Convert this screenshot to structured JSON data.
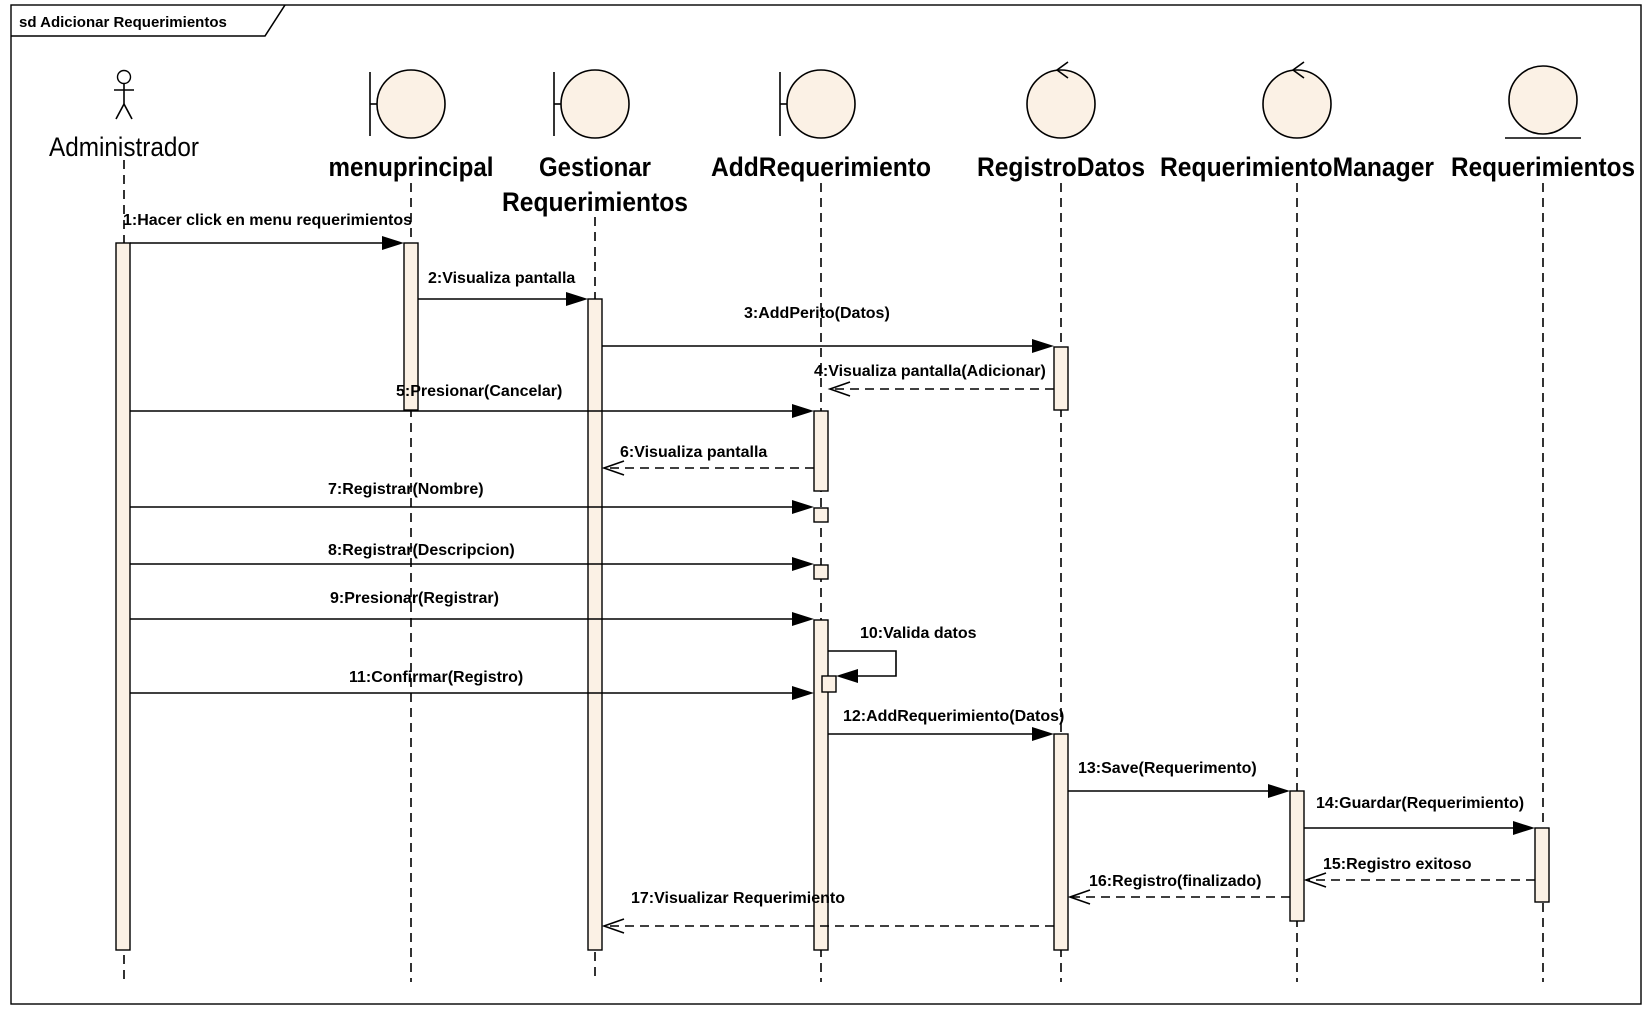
{
  "frame": {
    "title": "sd Adicionar Requerimientos"
  },
  "lifelines": [
    {
      "id": "admin",
      "type": "actor",
      "name": [
        "Administrador"
      ]
    },
    {
      "id": "menu",
      "type": "boundary",
      "name": [
        "menuprincipal"
      ]
    },
    {
      "id": "gest",
      "type": "boundary",
      "name": [
        "Gestionar",
        "Requerimientos"
      ]
    },
    {
      "id": "add",
      "type": "boundary",
      "name": [
        "AddRequerimiento"
      ]
    },
    {
      "id": "reg",
      "type": "control",
      "name": [
        "RegistroDatos"
      ]
    },
    {
      "id": "manager",
      "type": "control",
      "name": [
        "RequerimientoManager"
      ]
    },
    {
      "id": "reqs",
      "type": "entity",
      "name": [
        "Requerimientos"
      ]
    }
  ],
  "messages": [
    {
      "label": "1:Hacer click en menu requerimientos",
      "from": "admin",
      "to": "menu",
      "kind": "sync"
    },
    {
      "label": "2:Visualiza pantalla",
      "from": "menu",
      "to": "gest",
      "kind": "sync"
    },
    {
      "label": "3:AddPerito(Datos)",
      "from": "gest",
      "to": "reg",
      "kind": "sync"
    },
    {
      "label": "4:Visualiza pantalla(Adicionar)",
      "from": "reg",
      "to": "add",
      "kind": "return"
    },
    {
      "label": "5:Presionar(Cancelar)",
      "from": "admin",
      "to": "add",
      "kind": "sync"
    },
    {
      "label": "6:Visualiza pantalla",
      "from": "add",
      "to": "gest",
      "kind": "return"
    },
    {
      "label": "7:Registrar(Nombre)",
      "from": "admin",
      "to": "add",
      "kind": "sync"
    },
    {
      "label": "8:Registrar(Descripcion)",
      "from": "admin",
      "to": "add",
      "kind": "sync"
    },
    {
      "label": "9:Presionar(Registrar)",
      "from": "admin",
      "to": "add",
      "kind": "sync"
    },
    {
      "label": "10:Valida datos",
      "from": "add",
      "to": "add",
      "kind": "self"
    },
    {
      "label": "11:Confirmar(Registro)",
      "from": "admin",
      "to": "add",
      "kind": "sync"
    },
    {
      "label": "12:AddRequerimiento(Datos)",
      "from": "add",
      "to": "reg",
      "kind": "sync"
    },
    {
      "label": "13:Save(Requerimento)",
      "from": "reg",
      "to": "manager",
      "kind": "sync"
    },
    {
      "label": "14:Guardar(Requerimiento)",
      "from": "manager",
      "to": "reqs",
      "kind": "sync"
    },
    {
      "label": "15:Registro exitoso",
      "from": "reqs",
      "to": "manager",
      "kind": "return"
    },
    {
      "label": "16:Registro(finalizado)",
      "from": "manager",
      "to": "reg",
      "kind": "return"
    },
    {
      "label": "17:Visualizar Requerimiento",
      "from": "reg",
      "to": "gest",
      "kind": "return"
    }
  ]
}
